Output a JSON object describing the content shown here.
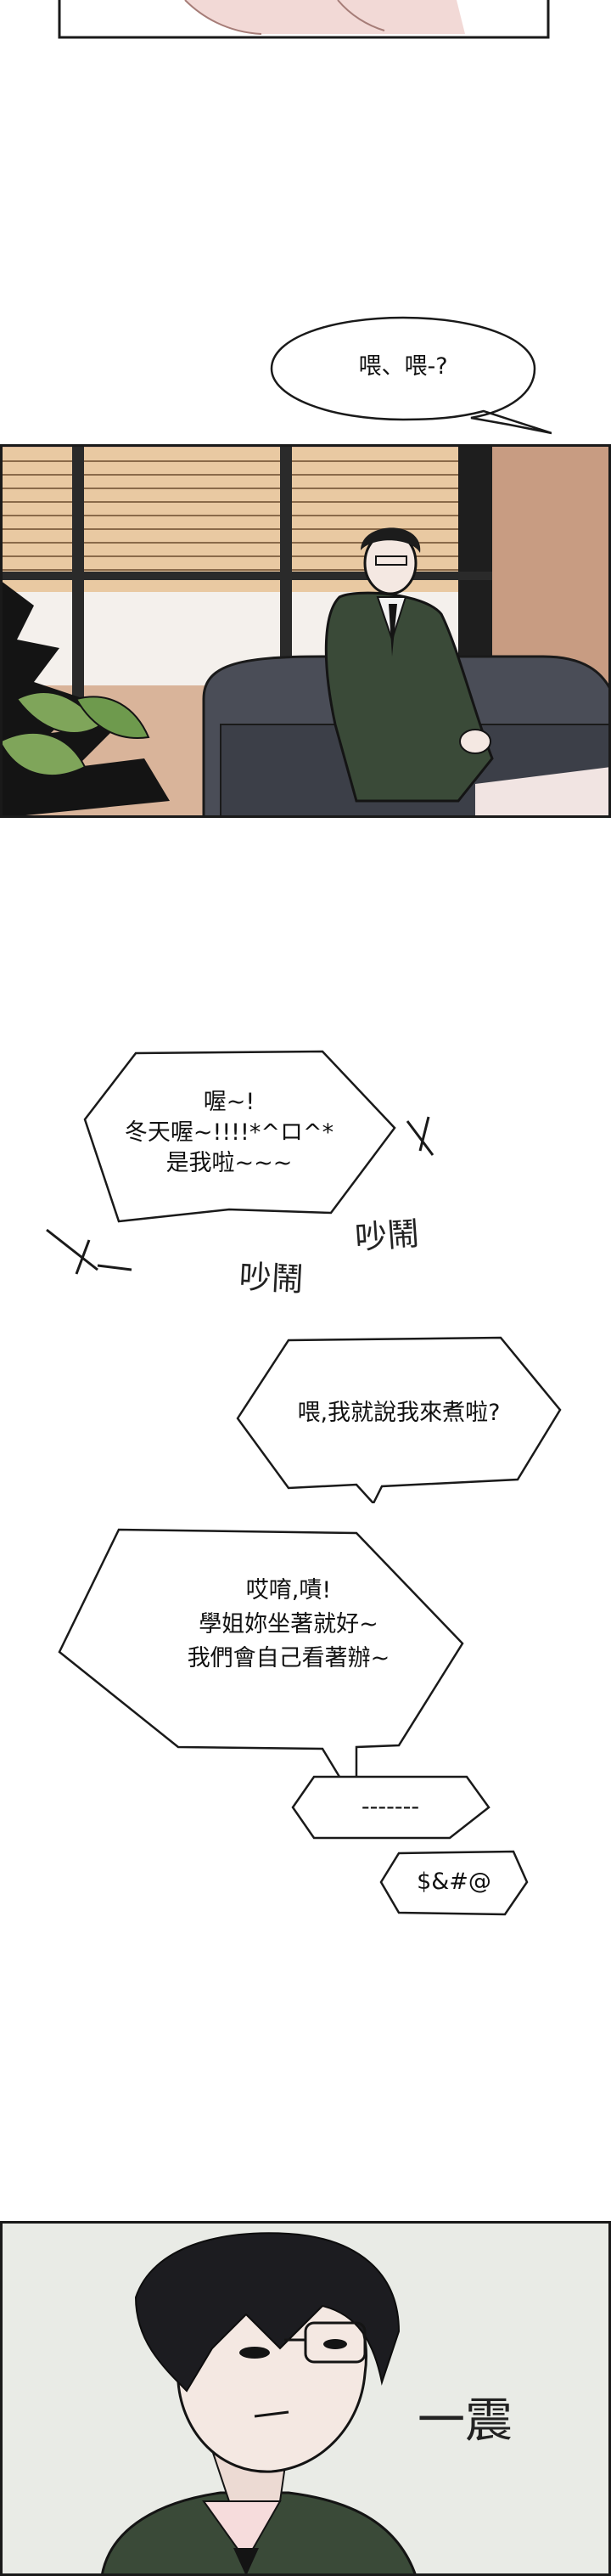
{
  "bubbles": {
    "hello": "喂、喂-?",
    "greeting": [
      "喔~!",
      "冬天喔~!!!!*^ロ^*",
      "是我啦~~~"
    ],
    "said": "喂,我就說我來煮啦?",
    "reply": [
      "哎唷,嘖!",
      "學姐妳坐著就好~",
      "我們會自己看著辦~"
    ],
    "dashes": "-------",
    "curse": "$&#@"
  },
  "sfx": {
    "noisy_1": "吵鬧",
    "noisy_2": "吵鬧",
    "shock": "一震"
  },
  "colors": {
    "panel_border": "#1a1a1a",
    "suit": "#3a4a38",
    "sofa": "#4a4d57",
    "plant_dark": "#141414",
    "plant_green": "#7fa55a",
    "blinds": "#e9c9a2",
    "wall": "#c89c82"
  }
}
